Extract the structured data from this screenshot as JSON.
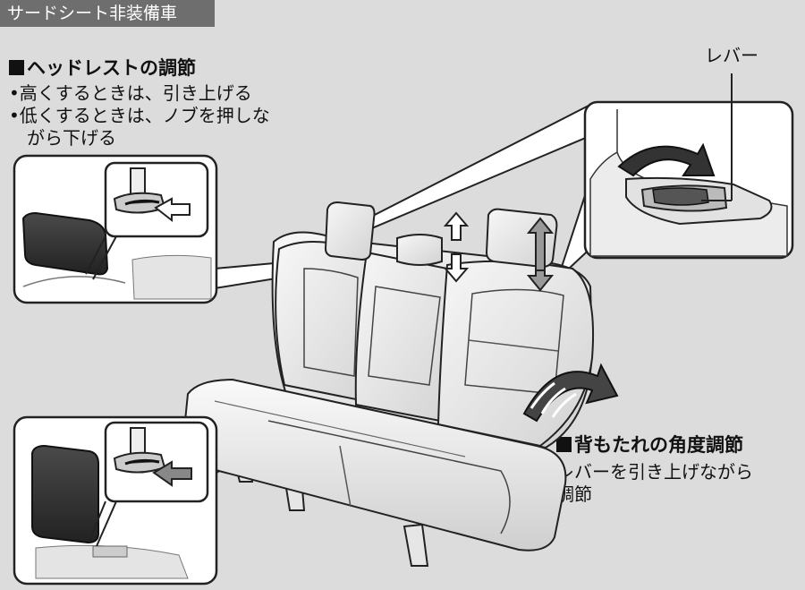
{
  "page": {
    "section_tab": "サードシート非装備車"
  },
  "headrest": {
    "title": "ヘッドレストの調節",
    "bullets": [
      "•高くするときは、引き上げる",
      "•低くするときは、ノブを押しな",
      "がら下げる"
    ]
  },
  "lever_callout": {
    "label": "レバー"
  },
  "recline": {
    "title": "背もたれの角度調節",
    "lines": [
      "レバーを引き上げながら",
      "調節"
    ]
  }
}
